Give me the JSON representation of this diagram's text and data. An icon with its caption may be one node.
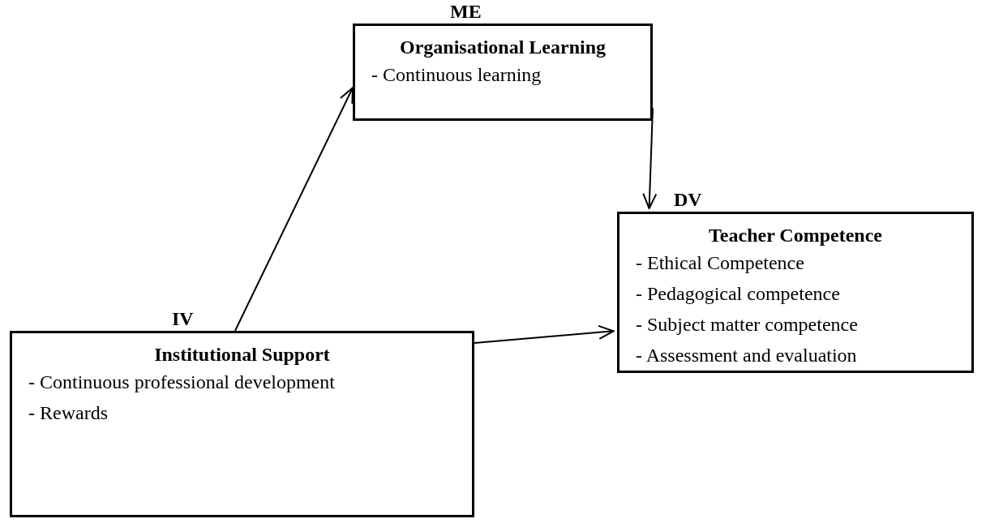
{
  "diagram": {
    "nodes": [
      {
        "text": [
          "Organisational Learning",
          "- Continuous learning"
        ],
        "beside": [
          "ME"
        ]
      },
      {
        "text": [
          "Teacher Competence",
          "- Ethical Competence",
          "- Pedagogical competence",
          "- Subject matter competence",
          "- Assessment and evaluation"
        ],
        "beside": [
          "DV"
        ]
      },
      {
        "text": [
          "Institutional Support",
          "- Continuous professional development",
          "- Rewards"
        ],
        "beside": [
          "IV"
        ]
      }
    ],
    "edges": [
      {
        "from": 2,
        "to": 0,
        "arrow": "to"
      },
      {
        "from": 0,
        "to": 1,
        "arrow": "to"
      },
      {
        "from": 2,
        "to": 1,
        "arrow": "to"
      }
    ]
  }
}
